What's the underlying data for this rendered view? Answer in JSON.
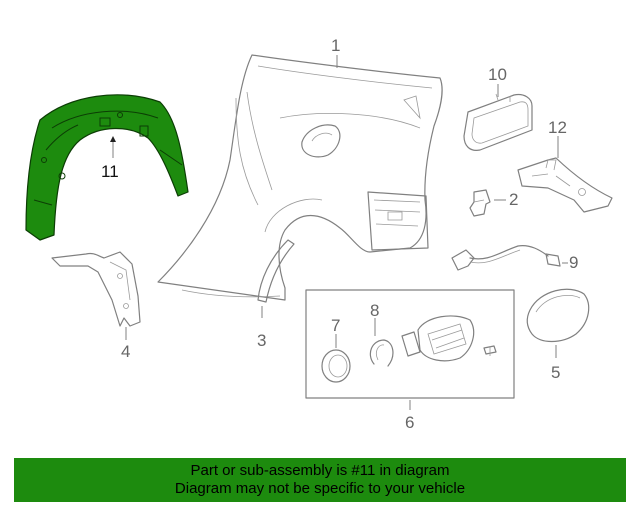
{
  "callouts": {
    "c1": "1",
    "c2": "2",
    "c3": "3",
    "c4": "4",
    "c5": "5",
    "c6": "6",
    "c7": "7",
    "c8": "8",
    "c9": "9",
    "c10": "10",
    "c11": "11",
    "c12": "12"
  },
  "highlight_color": "#1d8b0e",
  "banner": {
    "line1": "Part or sub-assembly is #11 in diagram",
    "line2": "Diagram may not be specific to your vehicle"
  }
}
